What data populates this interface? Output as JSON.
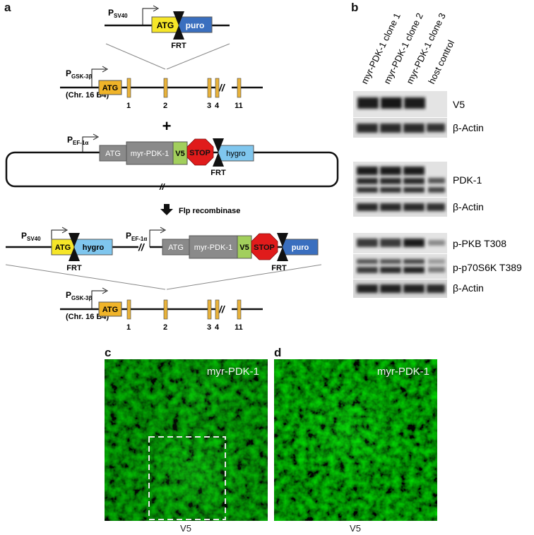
{
  "panels": {
    "a": "a",
    "b": "b",
    "c": "c",
    "d": "d"
  },
  "construct": {
    "sv40_main": "P",
    "sv40_sub": "SV40",
    "atg": "ATG",
    "puro": "puro",
    "hygro": "hygro",
    "frt": "FRT",
    "gsk_main": "P",
    "gsk_sub": "GSK-3β",
    "chr": "(Chr. 16 B4)",
    "exons": [
      "1",
      "2",
      "3",
      "4",
      "11"
    ],
    "plus": "+",
    "ef_main": "P",
    "ef_sub": "EF-1α",
    "myr": "myr-PDK-1",
    "v5": "V5",
    "stop": "STOP",
    "flp": "Flp recombinase",
    "break": "//"
  },
  "blot": {
    "lanes": [
      "myr-PDK-1 clone 1",
      "myr-PDK-1 clone 2",
      "myr-PDK-1 clone 3",
      "host control"
    ],
    "labels": [
      "V5",
      "β-Actin",
      "PDK-1",
      "β-Actin",
      "p-PKB T308",
      "p-p70S6K T389",
      "β-Actin"
    ]
  },
  "micro": {
    "c_label": "myr-PDK-1",
    "d_label": "myr-PDK-1",
    "c_caption": "V5",
    "d_caption": "V5"
  },
  "colors": {
    "atg_yellow": "#f6e628",
    "atg_orange": "#f0b429",
    "puro_blue": "#3a6fbf",
    "hygro_blue": "#7fc6ee",
    "grey_box": "#8a8a8a",
    "v5_green": "#a2cf5c",
    "stop_red": "#e01b1b",
    "exon_orange": "#e8b23a",
    "fluor_green": "#3fd040"
  }
}
